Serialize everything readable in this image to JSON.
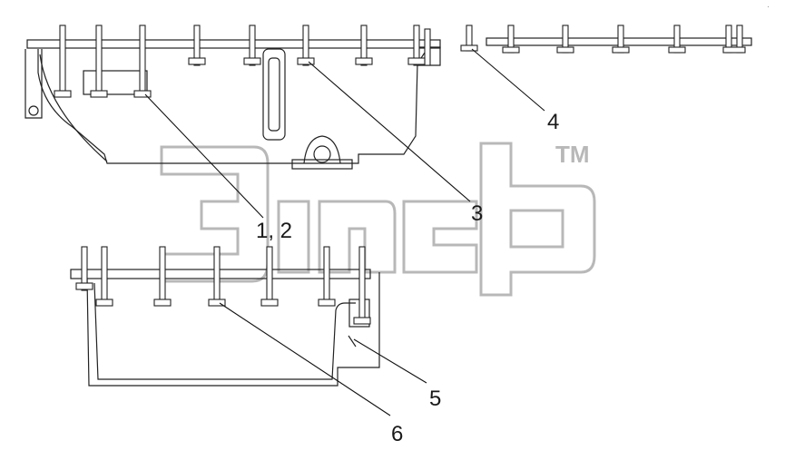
{
  "callouts": {
    "c1": "1, 2",
    "c3": "3",
    "c4": "4",
    "c5": "5",
    "c6": "6"
  },
  "watermark": {
    "mark": "TM"
  },
  "colors": {
    "line": "#222222",
    "watermark": "#b8b8b8",
    "background": "#ffffff"
  }
}
